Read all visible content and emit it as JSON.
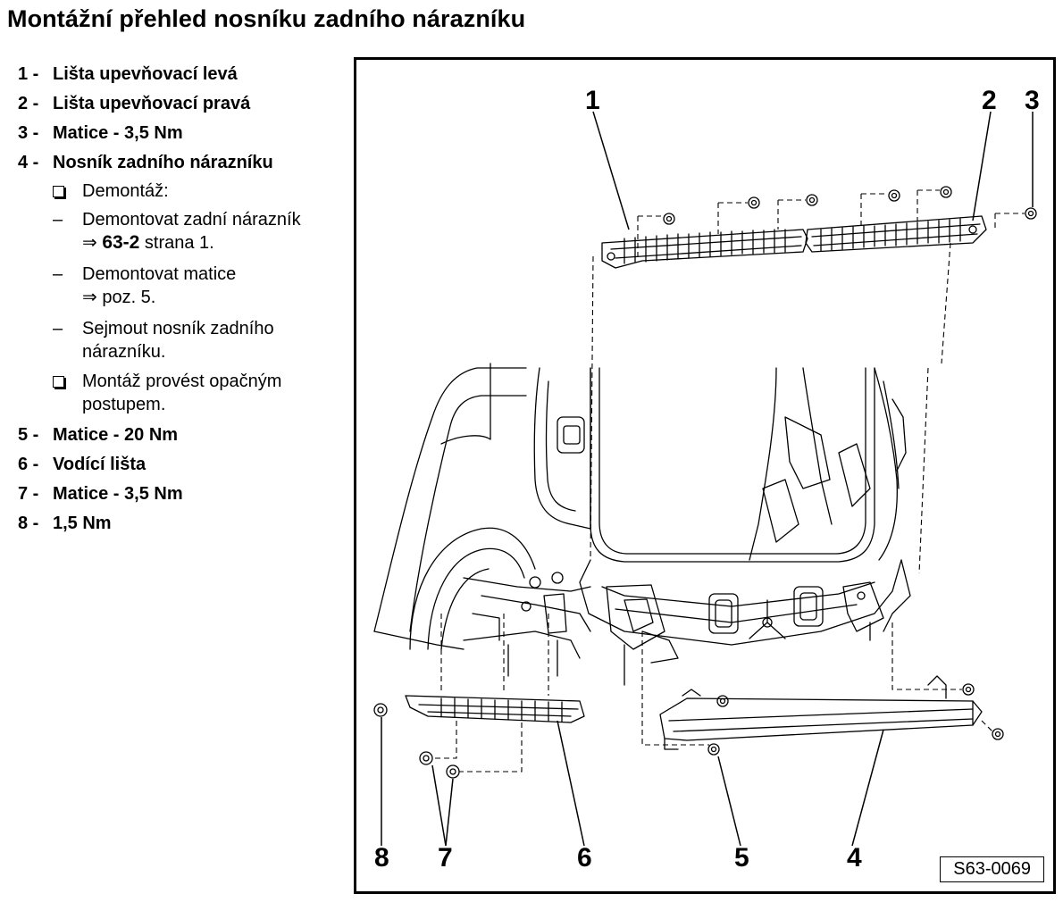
{
  "title": "Montážní přehled nosníku zadního nárazníku",
  "legend": [
    {
      "num": "1 -",
      "label": "Lišta upevňovací levá"
    },
    {
      "num": "2 -",
      "label": "Lišta upevňovací pravá"
    },
    {
      "num": "3 -",
      "label": "Matice - 3,5 Nm"
    },
    {
      "num": "4 -",
      "label": "Nosník zadního nárazníku"
    },
    {
      "num": "5 -",
      "label": "Matice - 20 Nm"
    },
    {
      "num": "6 -",
      "label": "Vodící lišta"
    },
    {
      "num": "7 -",
      "label": "Matice - 3,5 Nm"
    },
    {
      "num": "8 -",
      "label": "1,5 Nm"
    }
  ],
  "steps": [
    {
      "marker": "box",
      "text": "Demontáž:"
    },
    {
      "marker": "dash",
      "text": "Demontovat zadní nárazník",
      "ref_arrow": "⇒",
      "ref_bold": "63-2",
      "ref_rest": " strana 1."
    },
    {
      "marker": "dash",
      "text": "Demontovat matice",
      "ref_arrow": "⇒",
      "ref_rest": " poz. 5."
    },
    {
      "marker": "dash",
      "text": "Sejmout nosník zadního nárazníku."
    },
    {
      "marker": "box",
      "text": "Montáž provést opačným postupem."
    }
  ],
  "figure": {
    "callouts": [
      "1",
      "2",
      "3",
      "4",
      "5",
      "6",
      "7",
      "8"
    ],
    "reference": "S63-0069"
  }
}
